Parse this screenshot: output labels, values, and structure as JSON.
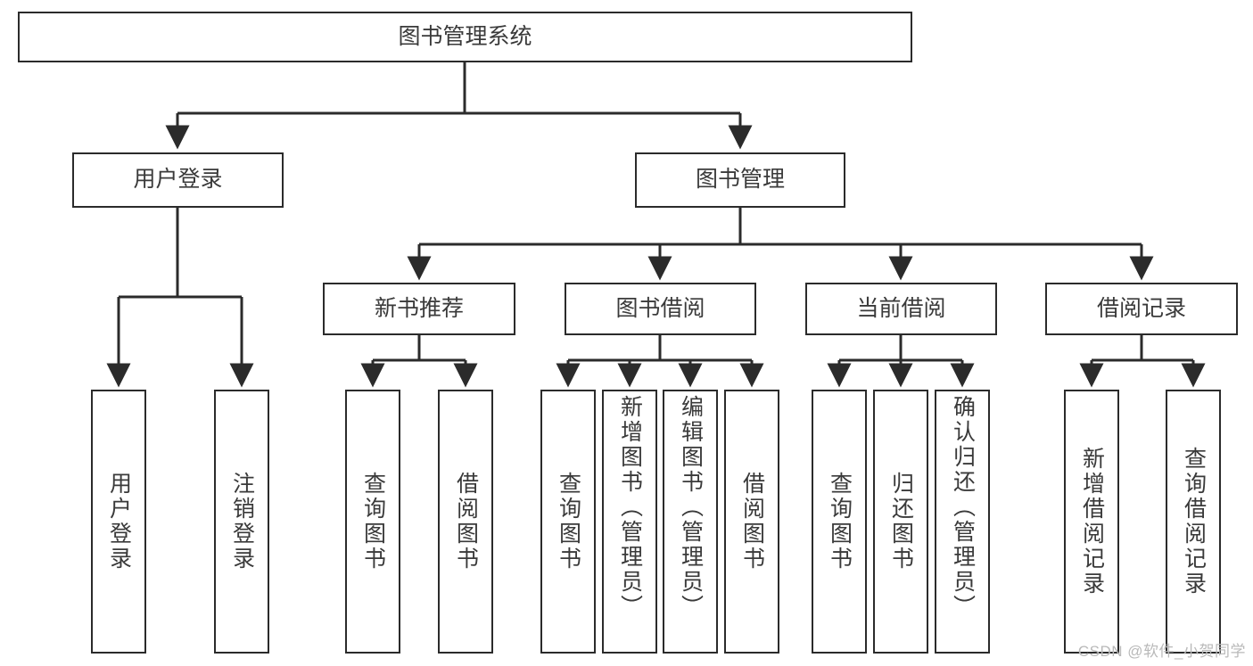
{
  "diagram": {
    "type": "tree-hierarchy",
    "title": "图书管理系统",
    "watermark": "CSDN @软件_小贺同学",
    "colors": {
      "node_border": "#2b2b2b",
      "node_fill": "#ffffff",
      "connector": "#2b2b2b",
      "text": "#3a3a3a",
      "watermark": "#b9b9b9",
      "background": "#ffffff"
    },
    "nodes": {
      "root": {
        "label": "图书管理系统"
      },
      "level2": [
        {
          "id": "user-login",
          "label": "用户登录"
        },
        {
          "id": "book-management",
          "label": "图书管理"
        }
      ],
      "level3": [
        {
          "id": "new-book-recommend",
          "label": "新书推荐"
        },
        {
          "id": "book-borrow",
          "label": "图书借阅"
        },
        {
          "id": "current-borrow",
          "label": "当前借阅"
        },
        {
          "id": "borrow-record",
          "label": "借阅记录"
        }
      ],
      "leaves": {
        "user_login": [
          {
            "id": "leaf-user-login",
            "label": "用户登录"
          },
          {
            "id": "leaf-logout-login",
            "label": "注销登录"
          }
        ],
        "new_book_recommend": [
          {
            "id": "leaf-query-book-1",
            "label": "查询图书"
          },
          {
            "id": "leaf-borrow-book-1",
            "label": "借阅图书"
          }
        ],
        "book_borrow": [
          {
            "id": "leaf-query-book-2",
            "label": "查询图书"
          },
          {
            "id": "leaf-add-book",
            "label": "新增图书（管理员）"
          },
          {
            "id": "leaf-edit-book",
            "label": "编辑图书（管理员）"
          },
          {
            "id": "leaf-borrow-book-2",
            "label": "借阅图书"
          }
        ],
        "current_borrow": [
          {
            "id": "leaf-query-book-3",
            "label": "查询图书"
          },
          {
            "id": "leaf-return-book",
            "label": "归还图书"
          },
          {
            "id": "leaf-confirm-return",
            "label": "确认归还（管理员）"
          }
        ],
        "borrow_record": [
          {
            "id": "leaf-add-borrow-record",
            "label": "新增借阅记录"
          },
          {
            "id": "leaf-query-borrow-record",
            "label": "查询借阅记录"
          }
        ]
      }
    }
  }
}
